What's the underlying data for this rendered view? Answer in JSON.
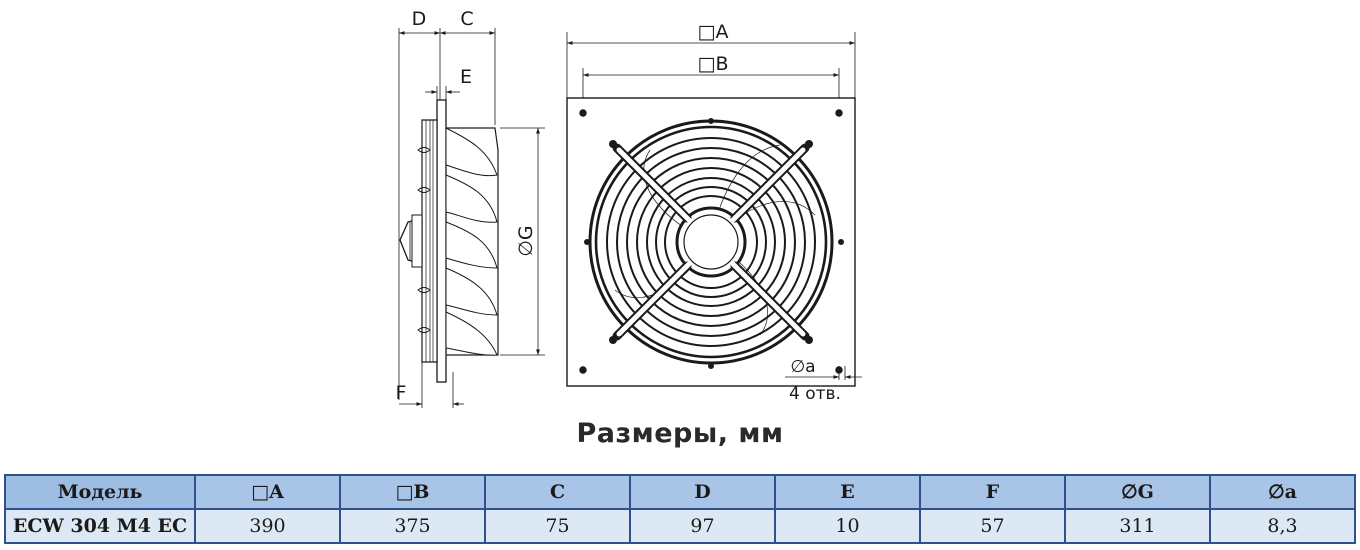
{
  "drawing": {
    "dims": {
      "D": "D",
      "C": "C",
      "E": "E",
      "F": "F",
      "G": "∅G",
      "A": "□A",
      "B": "□B",
      "a": "∅a",
      "holes": "4 отв."
    }
  },
  "title": "Размеры, мм",
  "table": {
    "headers": [
      "Модель",
      "□A",
      "□B",
      "C",
      "D",
      "E",
      "F",
      "∅G",
      "∅a"
    ],
    "rows": [
      [
        "ECW 304 M4 EC",
        "390",
        "375",
        "75",
        "97",
        "10",
        "57",
        "311",
        "8,3"
      ]
    ]
  },
  "colors": {
    "header_bg": "#a8c4e6",
    "row_bg": "#dde8f5",
    "border": "#2f4f8f"
  }
}
